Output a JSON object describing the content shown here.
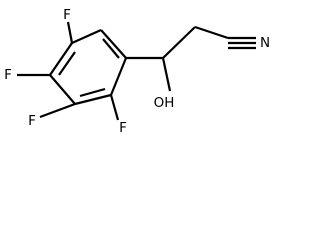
{
  "molecule": {
    "atoms": {
      "f_top": "F",
      "f_upper_left": "F",
      "f_lower_left": "F",
      "f_bottom": "F",
      "hydroxyl": "OH",
      "nitrile_n": "N"
    }
  },
  "colors": {
    "bond": "#000000",
    "label": "#000000",
    "background": "#ffffff"
  }
}
